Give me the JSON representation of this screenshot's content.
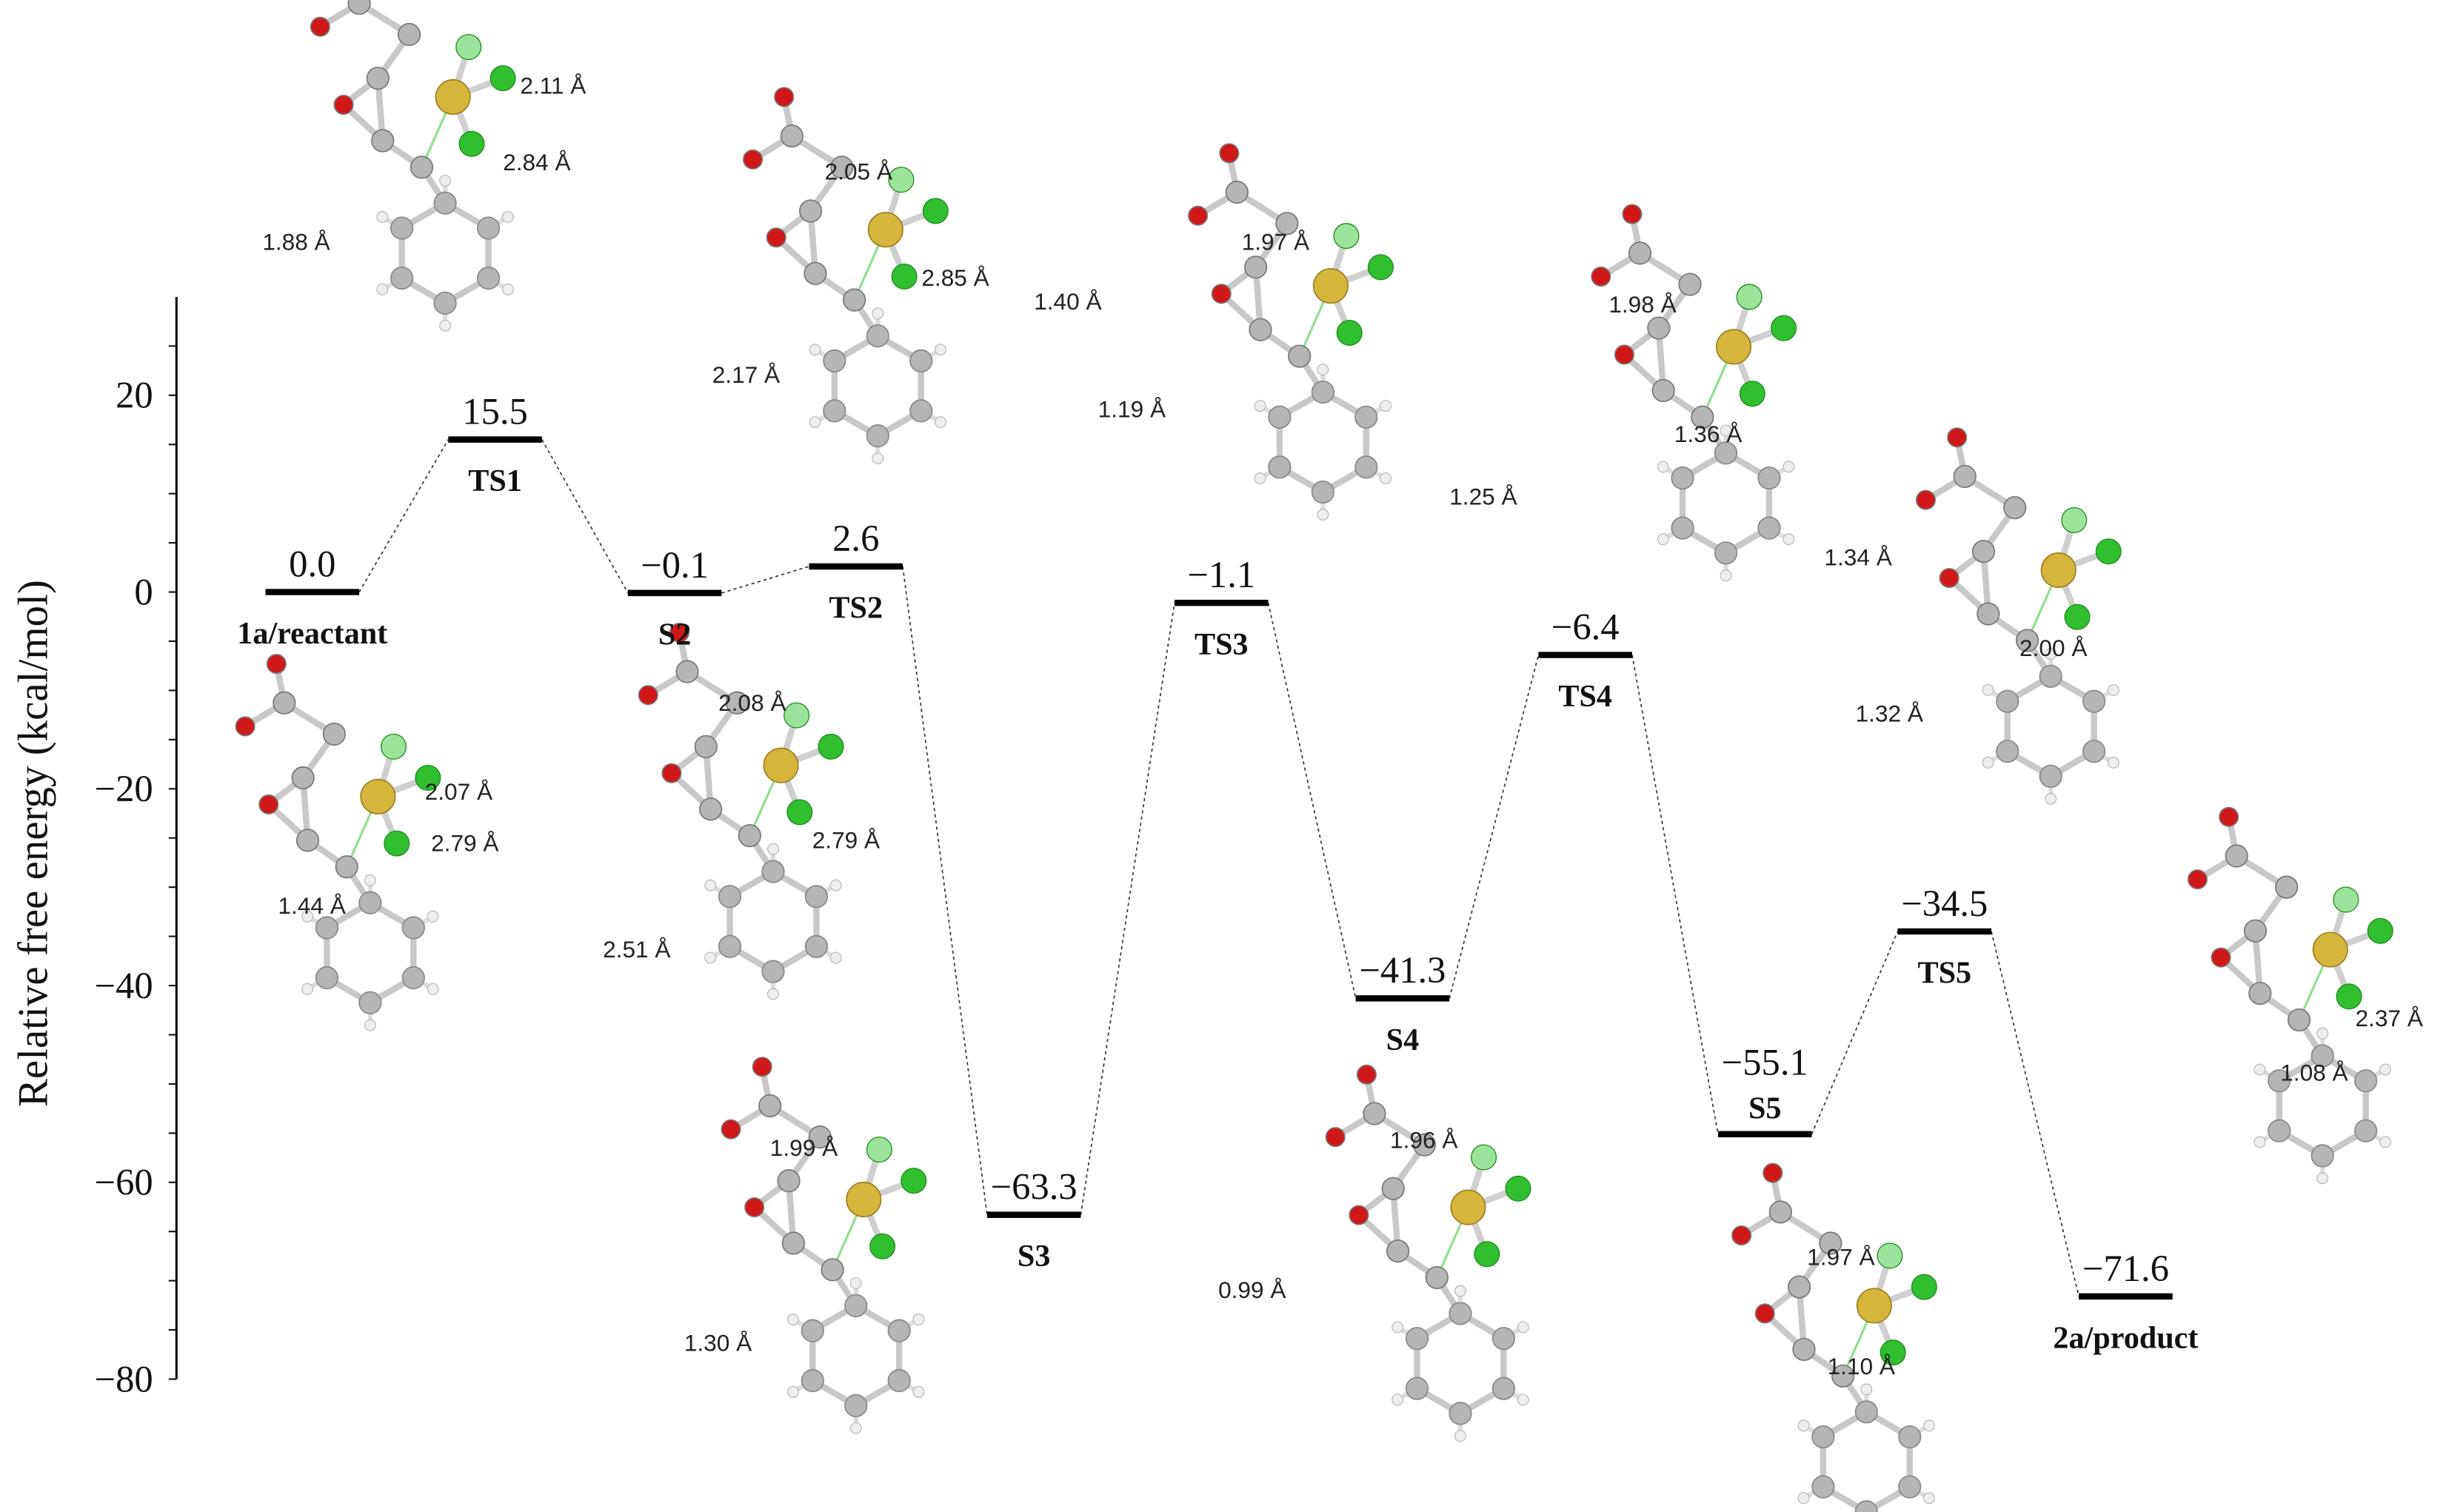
{
  "chart_data": {
    "type": "energy-profile",
    "ylabel": "Relative free energy (kcal/mol)",
    "ylim": [
      -80,
      30
    ],
    "yticks": [
      20,
      0,
      -20,
      -40,
      -60,
      -80
    ],
    "ytick_labels": [
      "20",
      "0",
      "−20",
      "−40",
      "−60",
      "−80"
    ],
    "states": [
      {
        "name": "1a/reactant",
        "value": 0.0,
        "value_label": "0.0"
      },
      {
        "name": "TS1",
        "value": 15.5,
        "value_label": "15.5"
      },
      {
        "name": "S2",
        "value": -0.1,
        "value_label": "−0.1"
      },
      {
        "name": "TS2",
        "value": 2.6,
        "value_label": "2.6"
      },
      {
        "name": "S3",
        "value": -63.3,
        "value_label": "−63.3"
      },
      {
        "name": "TS3",
        "value": -1.1,
        "value_label": "−1.1"
      },
      {
        "name": "S4",
        "value": -41.3,
        "value_label": "−41.3"
      },
      {
        "name": "TS4",
        "value": -6.4,
        "value_label": "−6.4"
      },
      {
        "name": "S5",
        "value": -55.1,
        "value_label": "−55.1"
      },
      {
        "name": "TS5",
        "value": -34.5,
        "value_label": "−34.5"
      },
      {
        "name": "2a/product",
        "value": -71.6,
        "value_label": "−71.6"
      }
    ],
    "structures": [
      {
        "name": "TS1",
        "distances": [
          "2.11 Å",
          "2.84 Å",
          "1.88 Å"
        ]
      },
      {
        "name": "TS2",
        "distances": [
          "2.05 Å",
          "2.85 Å",
          "2.17 Å"
        ]
      },
      {
        "name": "TS3",
        "distances": [
          "1.97 Å",
          "1.40 Å",
          "1.19 Å"
        ]
      },
      {
        "name": "TS4",
        "distances": [
          "1.98 Å",
          "1.36 Å",
          "1.25 Å"
        ]
      },
      {
        "name": "TS5",
        "distances": [
          "1.34 Å",
          "2.00 Å",
          "1.32 Å"
        ]
      },
      {
        "name": "1a/reactant",
        "distances": [
          "2.07 Å",
          "2.79 Å",
          "1.44 Å"
        ]
      },
      {
        "name": "S2",
        "distances": [
          "2.08 Å",
          "2.79 Å",
          "2.51 Å"
        ]
      },
      {
        "name": "S3",
        "distances": [
          "1.99 Å",
          "1.30 Å"
        ]
      },
      {
        "name": "S4",
        "distances": [
          "1.96 Å",
          "0.99 Å"
        ]
      },
      {
        "name": "S5",
        "distances": [
          "1.97 Å",
          "1.10 Å"
        ]
      },
      {
        "name": "2a/product",
        "distances": [
          "2.37 Å",
          "1.08 Å"
        ]
      }
    ]
  },
  "colors": {
    "gold": "#d6b53c",
    "chlorine": "#2fbf2f",
    "chlorine_light": "#9be39b",
    "oxygen": "#d01818",
    "carbon": "#b5b5b5",
    "hydrogen": "#eeeeee"
  }
}
